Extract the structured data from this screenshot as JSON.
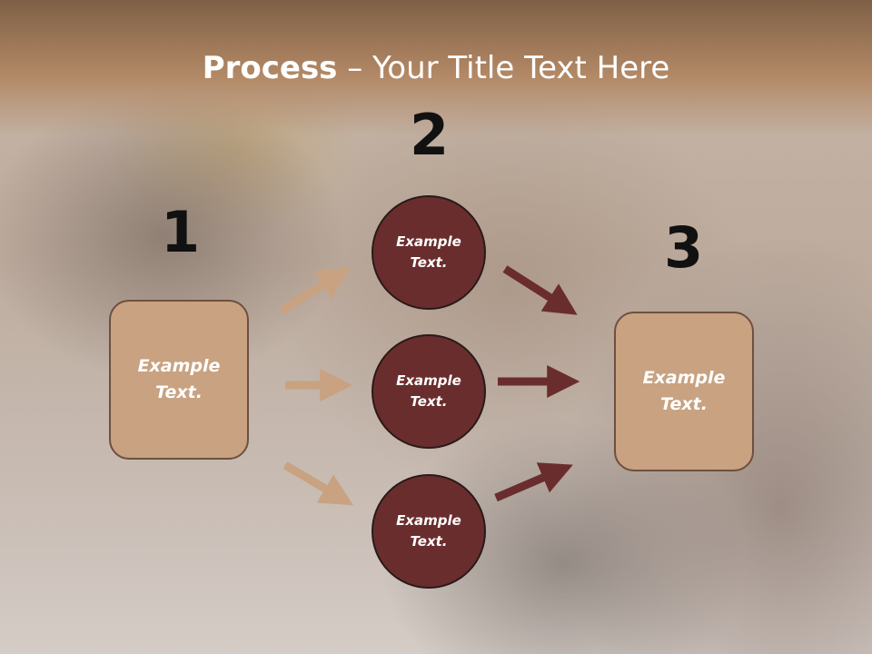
{
  "title": {
    "bold": "Process",
    "rest": " – Your Title Text Here"
  },
  "steps": {
    "one": "1",
    "two": "2",
    "three": "3"
  },
  "left_box": "Example\nText.",
  "circles": [
    "Example\nText.",
    "Example\nText.",
    "Example\nText."
  ],
  "right_box": "Example\nText.",
  "colors": {
    "box": "#c8a281",
    "circle": "#6a2d2d",
    "arrow_light": "#c8a281",
    "arrow_dark": "#6a2d2d"
  }
}
